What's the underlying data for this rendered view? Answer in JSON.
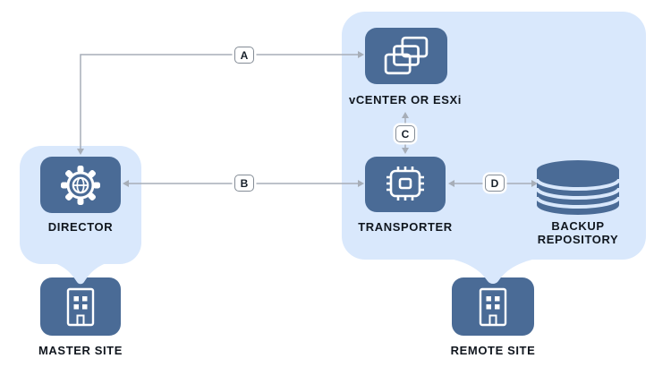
{
  "diagram": {
    "sites": {
      "master": {
        "label": "MASTER SITE",
        "contains": [
          "DIRECTOR"
        ]
      },
      "remote": {
        "label": "REMOTE SITE",
        "contains": [
          "vCENTER OR ESXi",
          "TRANSPORTER",
          "BACKUP REPOSITORY"
        ]
      }
    },
    "nodes": {
      "vcenter": {
        "label": "vCENTER OR ESXi",
        "icon": "vm-overlapping-screens-icon"
      },
      "transporter": {
        "label": "TRANSPORTER",
        "icon": "cpu-chip-icon"
      },
      "director": {
        "label": "DIRECTOR",
        "icon": "gear-globe-icon"
      },
      "backup_repository": {
        "label_line1": "BACKUP",
        "label_line2": "REPOSITORY",
        "icon": "database-cylinder-icon"
      },
      "master_site": {
        "label": "MASTER SITE",
        "icon": "building-icon"
      },
      "remote_site": {
        "label": "REMOTE SITE",
        "icon": "building-icon"
      }
    },
    "connectors": {
      "a": {
        "label": "A",
        "from": "DIRECTOR",
        "to": "vCENTER OR ESXi",
        "style": "bidirectional"
      },
      "b": {
        "label": "B",
        "from": "DIRECTOR",
        "to": "TRANSPORTER",
        "style": "bidirectional"
      },
      "c": {
        "label": "C",
        "from": "vCENTER OR ESXi",
        "to": "TRANSPORTER",
        "style": "bidirectional"
      },
      "d": {
        "label": "D",
        "from": "TRANSPORTER",
        "to": "BACKUP REPOSITORY",
        "style": "bidirectional"
      }
    },
    "colors": {
      "node_fill": "#4a6b96",
      "site_container_fill": "#d9e8fc",
      "connector_line": "#a7aeb8",
      "badge_background": "#ffffff",
      "badge_border": "#848c96",
      "label_text": "#10161e",
      "icon_stroke": "#ffffff",
      "canvas_background": "#ffffff"
    }
  }
}
